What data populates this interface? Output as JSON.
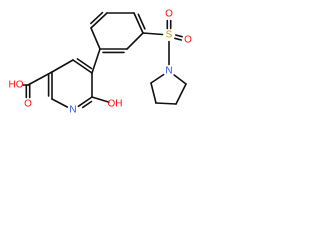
{
  "molecule": {
    "atoms": {
      "ho": {
        "text": "HO",
        "element": "O",
        "color": "#ff0d0d"
      },
      "oh": {
        "text": "OH",
        "element": "O",
        "color": "#ff0d0d"
      },
      "carbonyl_o": {
        "text": "O",
        "element": "O",
        "color": "#ff0d0d"
      },
      "pyridine_n": {
        "text": "N",
        "element": "N",
        "color": "#3050f8"
      },
      "pyrrolidine_n": {
        "text": "N",
        "element": "N",
        "color": "#3050f8"
      },
      "sulfur": {
        "text": "S",
        "element": "S",
        "color": "#b8a000"
      },
      "sulfonyl_o_top": {
        "text": "O",
        "element": "O",
        "color": "#ff0d0d"
      },
      "sulfonyl_o_right": {
        "text": "O",
        "element": "O",
        "color": "#ff0d0d"
      }
    },
    "bond_color": "#111111"
  }
}
